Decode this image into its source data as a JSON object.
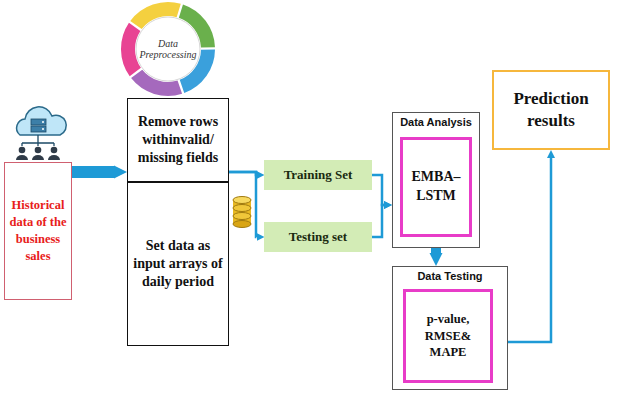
{
  "diagram": {
    "nodes": [
      {
        "text": [
          "Historical data of the business sales"
        ]
      },
      {
        "text": [
          "Data Preprocessing"
        ]
      },
      {
        "text": [
          "Remove rows withinvalid/ missing fields"
        ]
      },
      {
        "text": [
          "Set data as input arrays of daily period"
        ]
      },
      {
        "text": [
          "Training Set"
        ]
      },
      {
        "text": [
          "Testing set"
        ]
      },
      {
        "text": [
          "Data Analysis"
        ]
      },
      {
        "text": [
          "EMBA– LSTM"
        ],
        "in": 6
      },
      {
        "text": [
          "Data Testing"
        ]
      },
      {
        "text": [
          "p-value, RMSE& MAPE"
        ],
        "in": 8
      },
      {
        "text": [
          "Prediction results"
        ]
      }
    ],
    "edges": [
      {
        "from": 0,
        "to": 2,
        "arrow": "to"
      },
      {
        "from": 2,
        "to": 4,
        "arrow": "to"
      },
      {
        "from": 2,
        "to": 5,
        "arrow": "to"
      },
      {
        "from": 4,
        "to": 6,
        "arrow": "to"
      },
      {
        "from": 5,
        "to": 6,
        "arrow": "to"
      },
      {
        "from": 6,
        "to": 8,
        "arrow": "to"
      },
      {
        "from": 8,
        "to": 10,
        "arrow": "to"
      }
    ]
  }
}
